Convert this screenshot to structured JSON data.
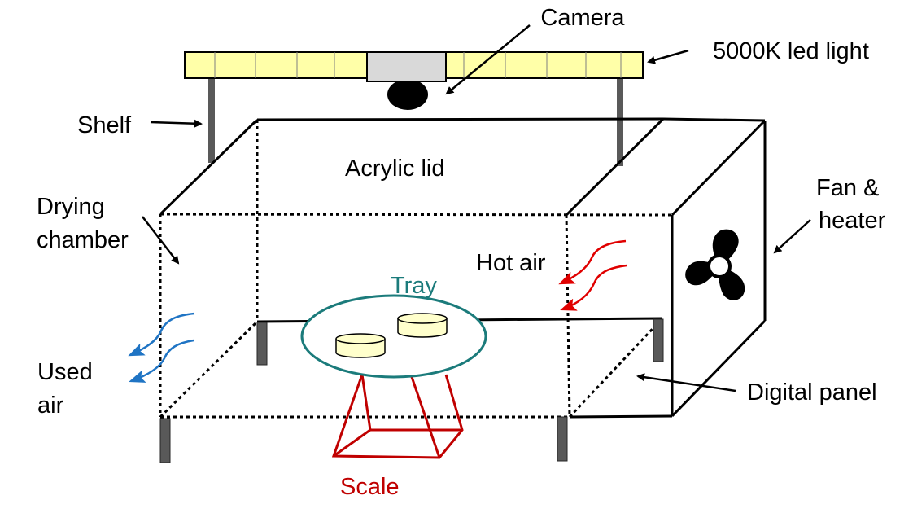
{
  "labels": {
    "camera": "Camera",
    "led_light": "5000K led light",
    "shelf": "Shelf",
    "acrylic_lid": "Acrylic lid",
    "drying_chamber_line1": "Drying",
    "drying_chamber_line2": "chamber",
    "fan_heater_line1": "Fan &",
    "fan_heater_line2": "heater",
    "hot_air": "Hot air",
    "tray": "Tray",
    "used_air_line1": "Used",
    "used_air_line2": "air",
    "digital_panel": "Digital panel",
    "scale": "Scale"
  },
  "colors": {
    "led_fill": "#FFFFA8",
    "camera_body": "#D9D9D9",
    "tray_outline": "#1B7B7B",
    "tray_label": "#1B7B7B",
    "scale_outline": "#C00000",
    "scale_label": "#C00000",
    "hot_air_arrow": "#E00000",
    "used_air_arrow": "#1F74C4",
    "dish_fill": "#FFFFCC",
    "leg_fill": "#595959"
  },
  "icons": {
    "fan": "fan-icon",
    "camera": "camera-icon"
  }
}
